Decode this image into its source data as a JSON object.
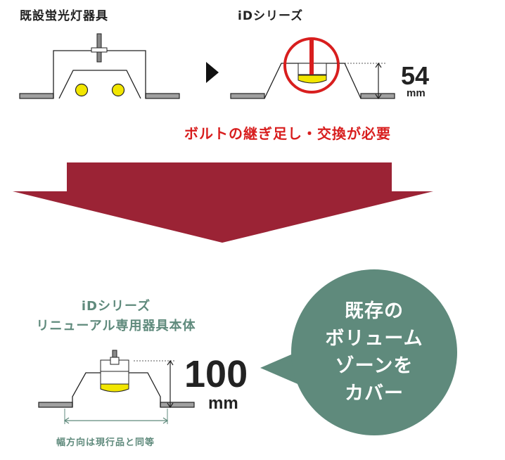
{
  "top": {
    "left_label": "既設蛍光灯器具",
    "right_label": "iDシリーズ",
    "height_value": "54",
    "height_unit": "mm",
    "note": "ボルトの継ぎ足し・交換が必要"
  },
  "bottom": {
    "title_line1": "iDシリーズ",
    "title_line2": "リニューアル専用器具本体",
    "height_value": "100",
    "height_unit": "mm",
    "width_note": "幅方向は現行品と同等"
  },
  "bubble": {
    "line1": "既存の",
    "line2": "ボリューム",
    "line3": "ゾーンを",
    "line4": "カバー"
  },
  "colors": {
    "arrow": "#9b2335",
    "bubble": "#5f8a7c",
    "note_red": "#d81e1e",
    "lamp_yellow": "#f2e600",
    "ceiling_gray": "#a0a0a0"
  }
}
